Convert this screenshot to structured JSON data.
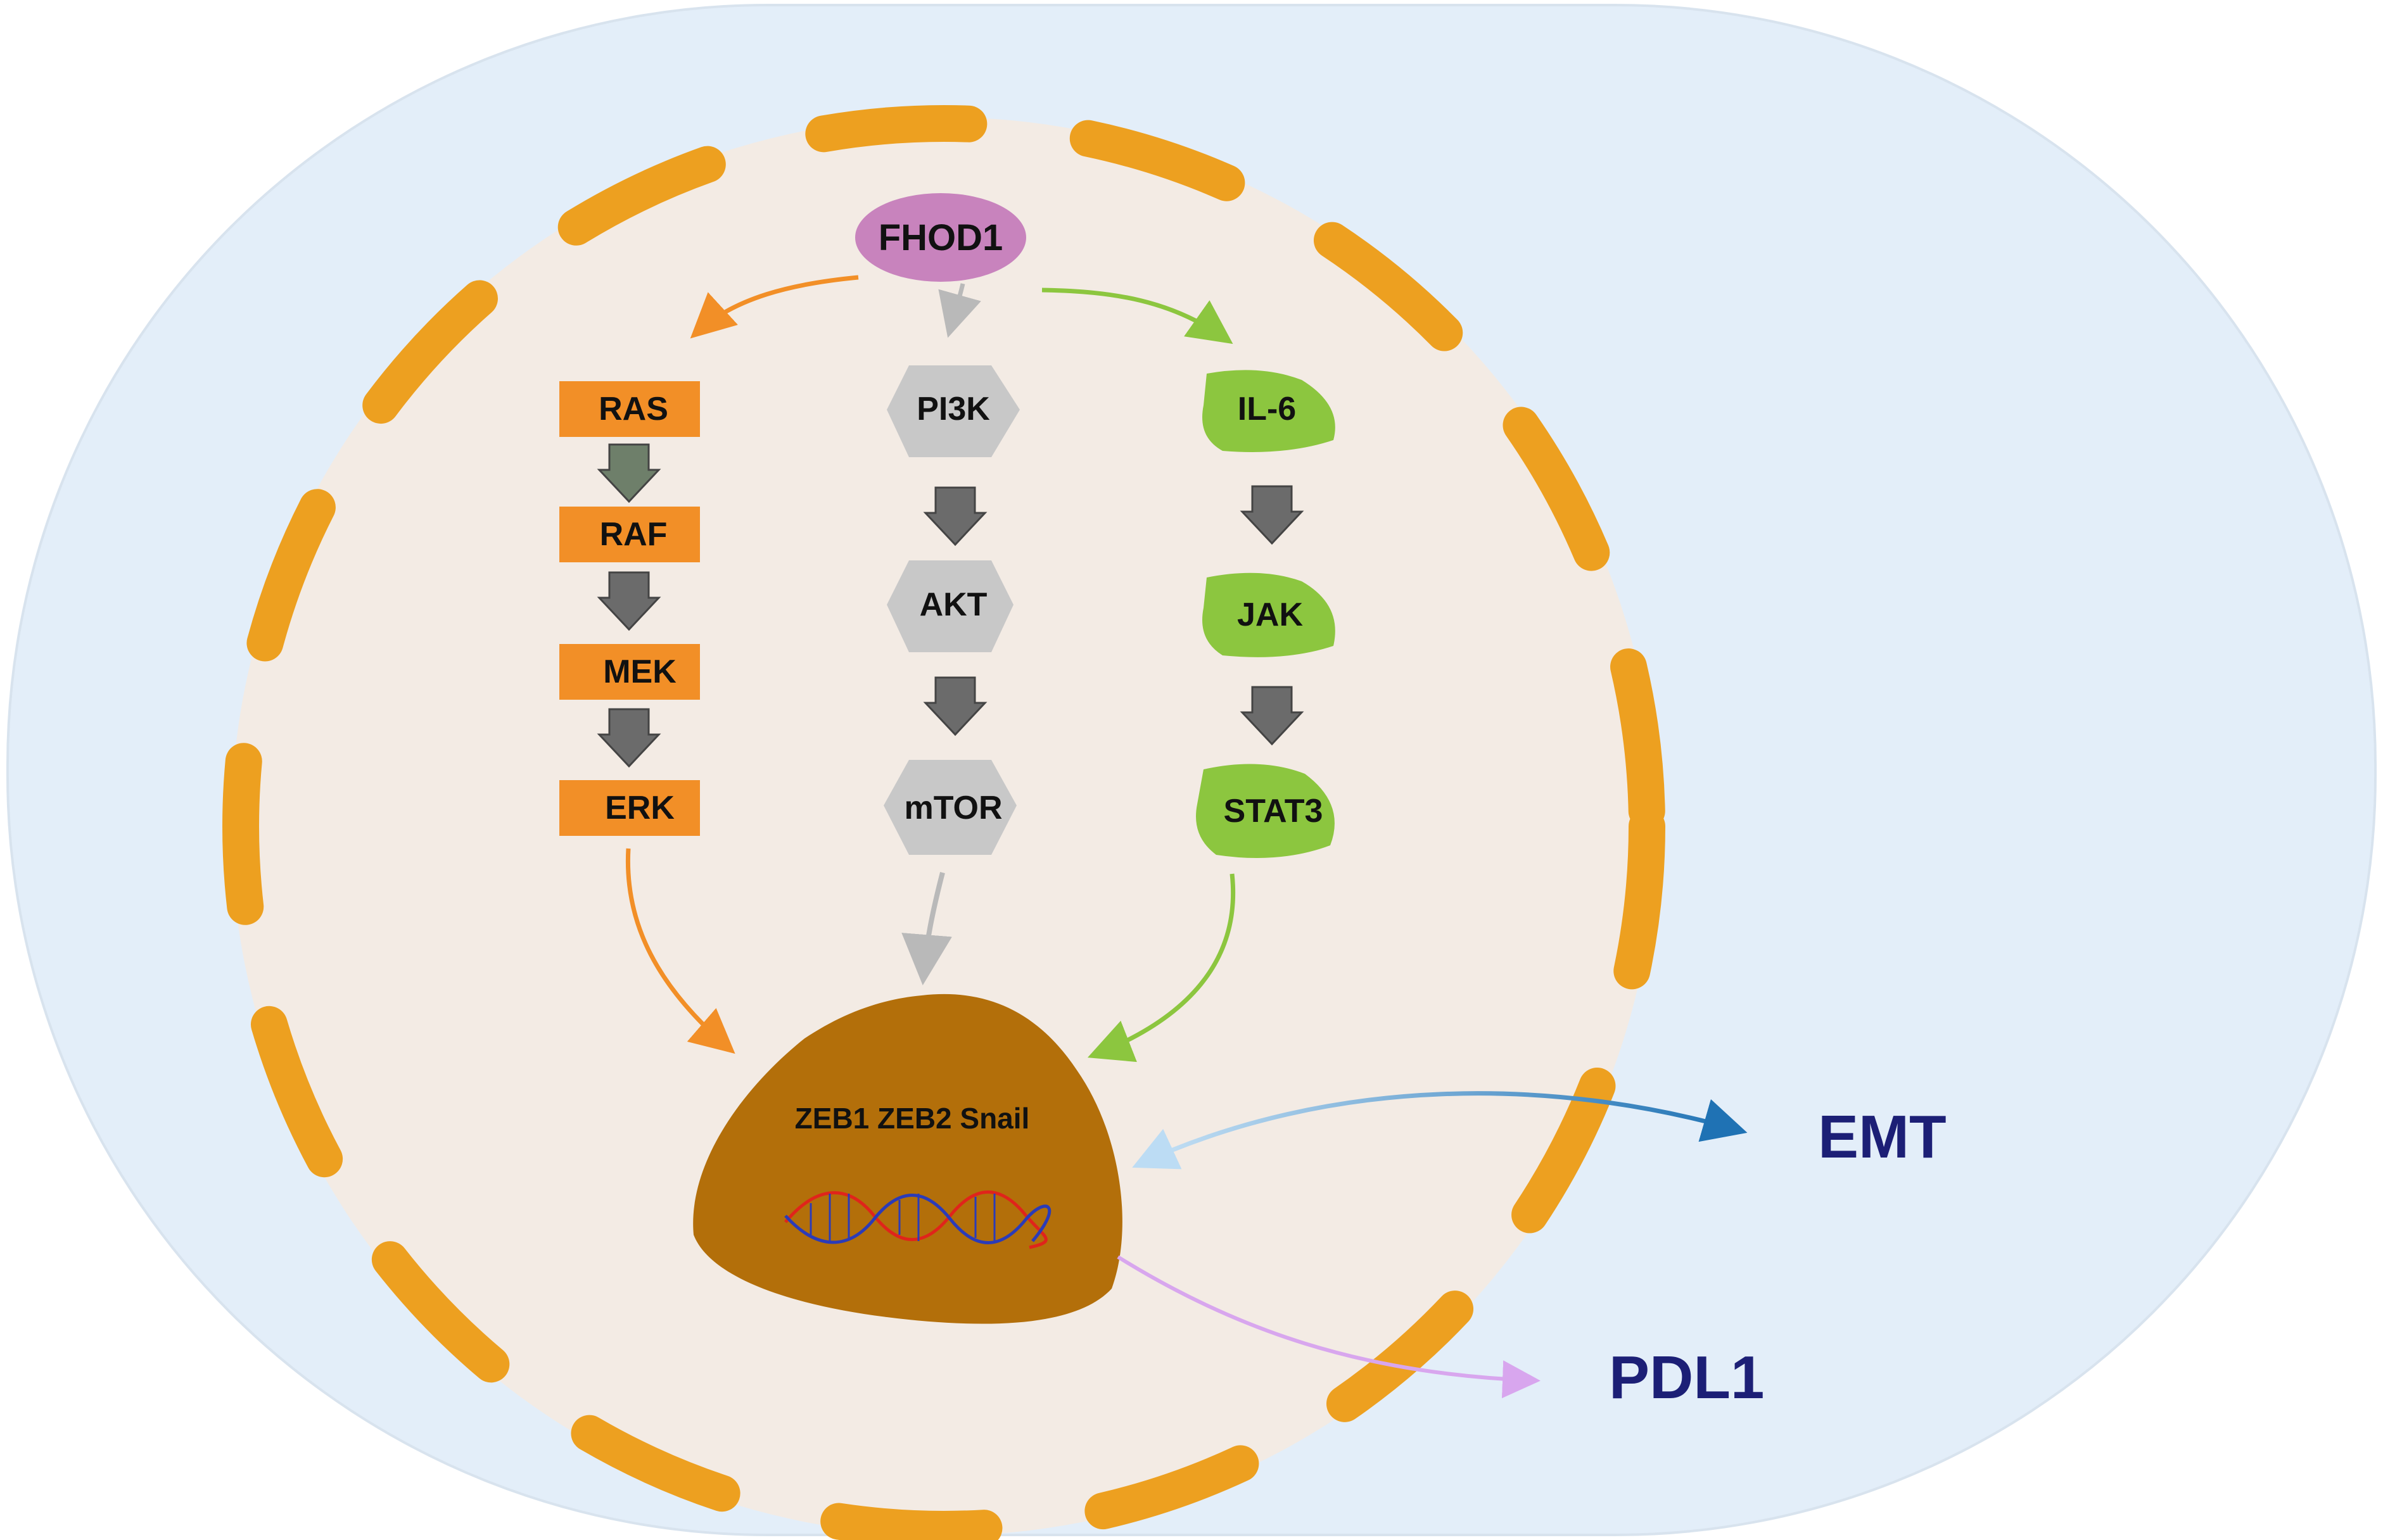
{
  "colors": {
    "background_cell": "#e3eef9",
    "nucleus_fill": "#f3ebe4",
    "membrane": "#eda020",
    "fhod1": "#c883bd",
    "ras_pathway": "#f28f27",
    "pi3k_pathway": "#c8c8c8",
    "il6_pathway": "#8cc63f",
    "down_arrow": "#6b6b6b",
    "ras_down_arrow": "#6e7f6a",
    "nucleus_core": "#b36f0a",
    "emt_arrow": "#1f72b4",
    "pdl1_arrow": "#d8a6ee",
    "output_text": "#1c1f76"
  },
  "fhod1": {
    "label": "FHOD1"
  },
  "ras_pathway": {
    "nodes": [
      {
        "id": "ras",
        "label": "RAS"
      },
      {
        "id": "raf",
        "label": "RAF"
      },
      {
        "id": "mek",
        "label": "MEK"
      },
      {
        "id": "erk",
        "label": "ERK"
      }
    ]
  },
  "pi3k_pathway": {
    "nodes": [
      {
        "id": "pi3k",
        "label": "PI3K"
      },
      {
        "id": "akt",
        "label": "AKT"
      },
      {
        "id": "mtor",
        "label": "mTOR"
      }
    ]
  },
  "il6_pathway": {
    "nodes": [
      {
        "id": "il6",
        "label": "IL-6"
      },
      {
        "id": "jak",
        "label": "JAK"
      },
      {
        "id": "stat3",
        "label": "STAT3"
      }
    ]
  },
  "nucleus": {
    "label": "ZEB1 ZEB2 Snail",
    "dna_icon": "dna-helix-icon"
  },
  "outputs": {
    "emt": "EMT",
    "pdl1": "PDL1"
  }
}
